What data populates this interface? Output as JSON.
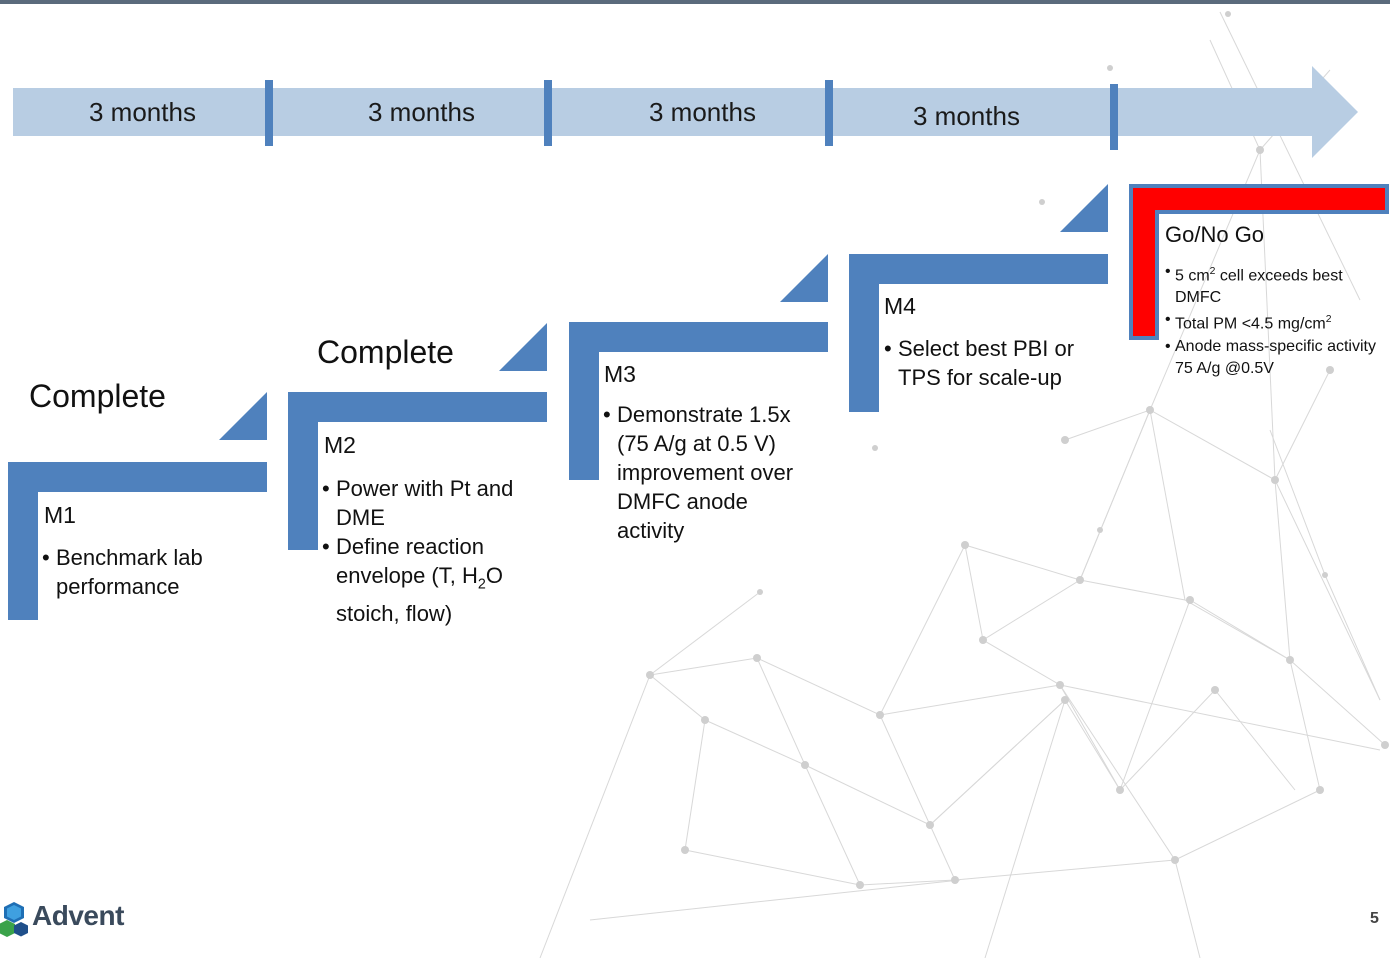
{
  "timeline": {
    "segments": [
      "3 months",
      "3 months",
      "3 months",
      "3 months"
    ]
  },
  "status": {
    "m1": "Complete",
    "m2": "Complete"
  },
  "milestones": {
    "m1": {
      "title": "M1",
      "items": [
        "Benchmark lab performance"
      ]
    },
    "m2": {
      "title": "M2",
      "item1": "Power with Pt and DME",
      "item2_pre": "Define reaction envelope (T, H",
      "item2_sub": "2",
      "item2_post": "O stoich, flow)"
    },
    "m3": {
      "title": "M3",
      "items": [
        "Demonstrate 1.5x (75 A/g at 0.5 V) improvement over DMFC anode activity"
      ]
    },
    "m4": {
      "title": "M4",
      "items": [
        "Select best PBI or TPS for scale-up"
      ]
    }
  },
  "gonogo": {
    "title": "Go/No Go",
    "b1_pre": "5 cm",
    "b1_sup": "2",
    "b1_post": " cell exceeds best DMFC",
    "b2_pre": "Total PM <4.5 mg/cm",
    "b2_sup": "2",
    "b3": "Anode mass-specific activity 75 A/g @0.5V"
  },
  "footer": {
    "logo_text": "Advent",
    "page_number": "5"
  },
  "colors": {
    "arrow_fill": "#b8cde3",
    "divider": "#4f81bd",
    "step": "#4f81bd",
    "gonogo_fill": "#ff0000",
    "gonogo_border": "#4f81bd"
  }
}
